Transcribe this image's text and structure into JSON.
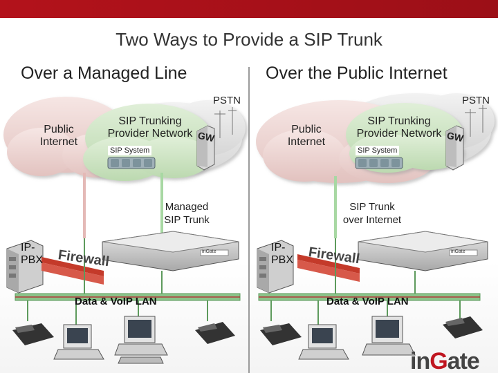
{
  "title": "Two Ways to Provide a SIP Trunk",
  "left": {
    "heading": "Over a Managed Line",
    "pstn": "PSTN",
    "public_internet": "Public\nInternet",
    "provider_network": "SIP Trunking\nProvider Network",
    "gw": "GW",
    "sip_system": "SIP System",
    "trunk_label": "Managed\nSIP Trunk",
    "ip_pbx": "IP-\nPBX",
    "firewall": "Firewall",
    "lan": "Data & VoIP LAN",
    "device_brand": "inGate"
  },
  "right": {
    "heading": "Over the Public Internet",
    "pstn": "PSTN",
    "public_internet": "Public\nInternet",
    "provider_network": "SIP Trunking\nProvider Network",
    "gw": "GW",
    "sip_system": "SIP System",
    "trunk_label": "SIP Trunk\nover Internet",
    "ip_pbx": "IP-\nPBX",
    "firewall": "Firewall",
    "lan": "Data & VoIP LAN",
    "device_brand": "inGate"
  },
  "logo": {
    "prefix": "in",
    "g": "G",
    "suffix": "ate"
  },
  "colors": {
    "brand_red": "#b3121b",
    "lan_green": "#8bc48a",
    "cloud_pink": "#ecd1cf",
    "cloud_green": "#cfe3c6"
  }
}
